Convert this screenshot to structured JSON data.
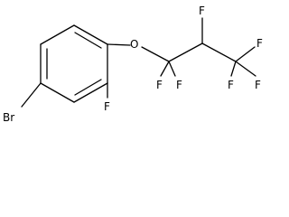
{
  "molecule": {
    "atoms": {
      "br": "Br",
      "f_ring": "F",
      "o": "O",
      "f_cf2_left": "F",
      "f_cf2_right": "F",
      "f_chf": "F",
      "f_cf3_right": "F",
      "f_cf3_bottom_left": "F",
      "f_cf3_bottom_right": "F"
    }
  }
}
